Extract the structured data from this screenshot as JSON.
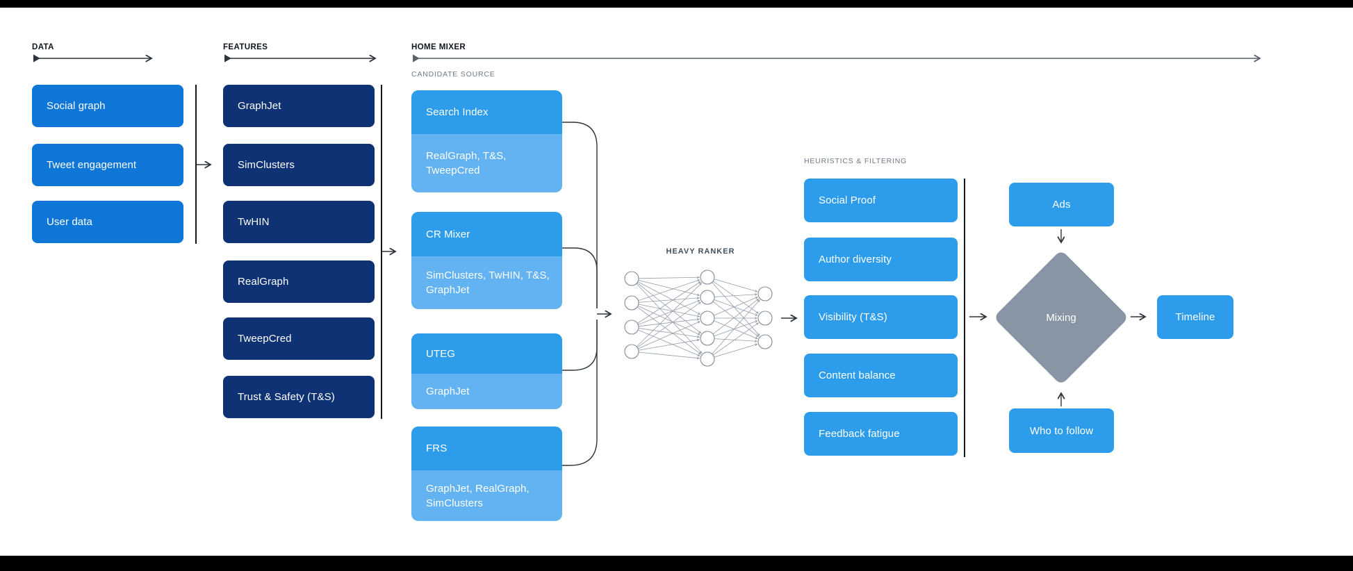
{
  "sections": {
    "data": {
      "label": "DATA"
    },
    "features": {
      "label": "FEATURES"
    },
    "home_mixer": {
      "label": "HOME MIXER"
    }
  },
  "data_column": {
    "items": [
      "Social graph",
      "Tweet engagement",
      "User data"
    ]
  },
  "features_column": {
    "items": [
      "GraphJet",
      "SimClusters",
      "TwHIN",
      "RealGraph",
      "TweepCred",
      "Trust & Safety (T&S)"
    ]
  },
  "candidate_source": {
    "label": "CANDIDATE SOURCE",
    "items": [
      {
        "name": "Search Index",
        "sources": "RealGraph, T&S, TweepCred"
      },
      {
        "name": "CR Mixer",
        "sources": "SimClusters, TwHIN, T&S, GraphJet"
      },
      {
        "name": "UTEG",
        "sources": "GraphJet"
      },
      {
        "name": "FRS",
        "sources": "GraphJet, RealGraph, SimClusters"
      }
    ]
  },
  "heavy_ranker": {
    "label": "HEAVY RANKER"
  },
  "heuristics": {
    "label": "HEURISTICS & FILTERING",
    "items": [
      "Social Proof",
      "Author diversity",
      "Visibility (T&S)",
      "Content balance",
      "Feedback fatigue"
    ]
  },
  "output": {
    "ads": "Ads",
    "mixing": "Mixing",
    "who_to_follow": "Who to follow",
    "timeline": "Timeline"
  },
  "colors": {
    "data_blue": "#0e76d7",
    "feature_navy": "#0e3274",
    "bright_blue": "#2d9ceb",
    "light_blue": "#63b2f1",
    "diamond_gray": "#8795a5",
    "label_gray": "#6e7987",
    "line_dark": "#2e343b"
  }
}
